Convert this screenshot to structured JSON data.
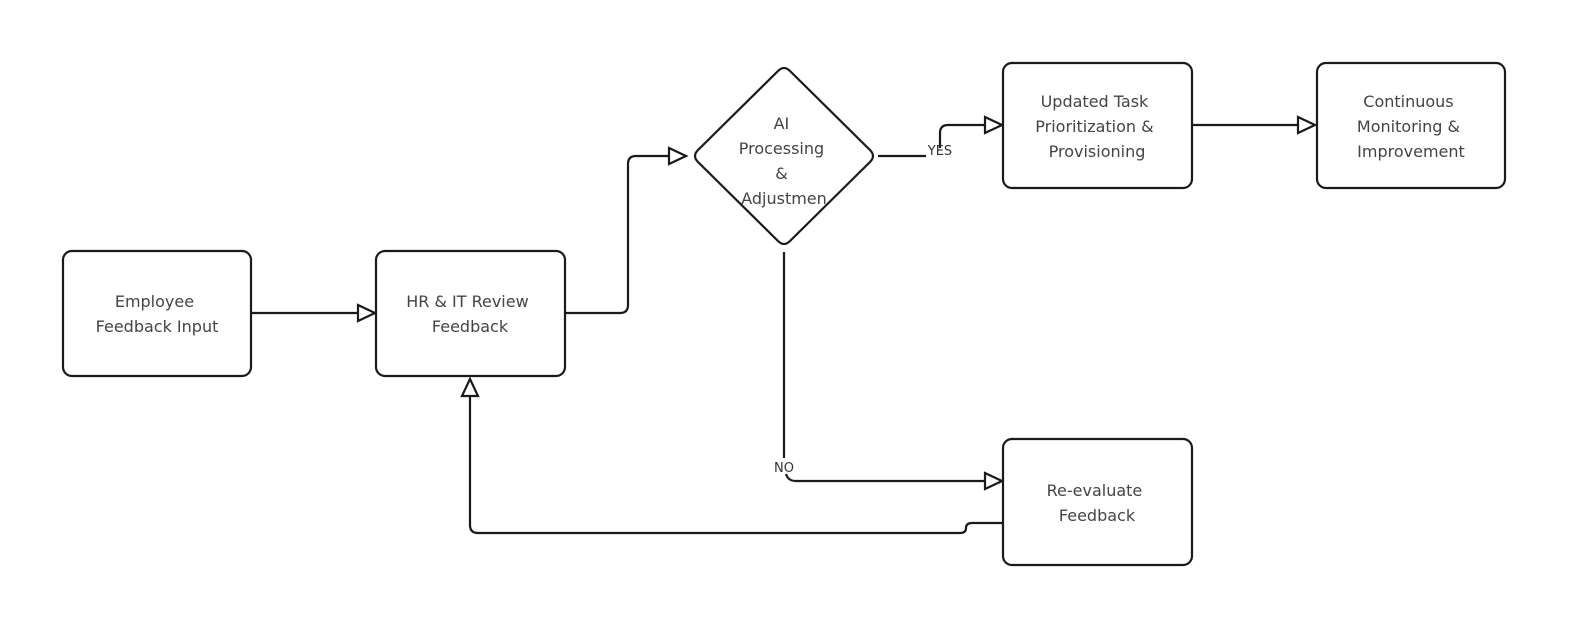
{
  "nodes": {
    "employee_feedback": {
      "lines": [
        "Employee",
        "Feedback Input"
      ]
    },
    "hr_it_review": {
      "lines": [
        "HR & IT Review",
        "Feedback"
      ]
    },
    "ai_processing": {
      "lines": [
        "AI",
        "Processing",
        "&",
        "Adjustmen"
      ]
    },
    "updated_task": {
      "lines": [
        "Updated Task",
        "Prioritization &",
        "Provisioning"
      ]
    },
    "continuous_monitoring": {
      "lines": [
        "Continuous",
        "Monitoring &",
        "Improvement"
      ]
    },
    "re_evaluate": {
      "lines": [
        "Re-evaluate",
        "Feedback"
      ]
    }
  },
  "edges": {
    "yes_label": "YES",
    "no_label": "NO"
  },
  "colors": {
    "stroke": "#1a1a1a",
    "text": "#444444",
    "background": "#ffffff"
  }
}
